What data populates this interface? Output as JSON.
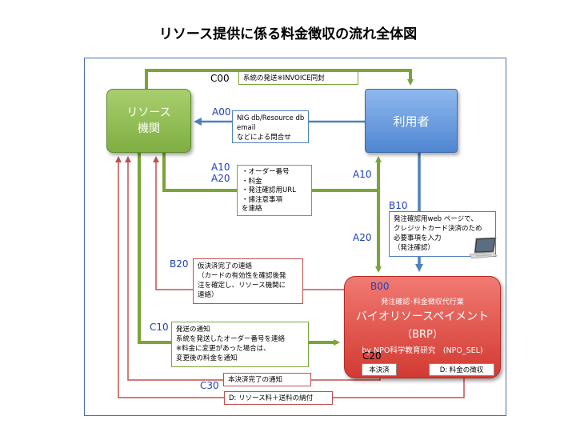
{
  "title": "リソース提供に係る料金徴収の流れ全体図",
  "nodes": {
    "resource": {
      "line1": "リソース",
      "line2": "機関"
    },
    "user": {
      "label": "利用者"
    },
    "brp": {
      "sub": "発注確認･料金徴収代行業",
      "main": "バイオリソースペイメント",
      "abbr": "（BRP）",
      "org": "by NPO科学教育研究　(NPO_SEL)",
      "inner_left": "本決済",
      "inner_right": "D: 料金の徴収"
    }
  },
  "codes": {
    "c00": "C00",
    "a00": "A00",
    "a10_left": "A10",
    "a20_left": "A20",
    "a10_right": "A10",
    "a20_right": "A20",
    "b10": "B10",
    "b20": "B20",
    "b00": "B00",
    "c10": "C10",
    "c20": "C20",
    "c30": "C30"
  },
  "notes": {
    "c00": "系統の発送※INVOICE同封",
    "a00": [
      "NIG db/Resource db",
      "email",
      "などによる問合せ"
    ],
    "a10": [
      "・オーダー番号",
      "・料金",
      "・発注確認用URL",
      "・諸注意事項",
      "を連絡"
    ],
    "b10": [
      "発注確認用web ページで、",
      "クレジットカード決済のため",
      "必要事項を入力",
      "（発注確認）"
    ],
    "b20": [
      "仮決済完了の連絡",
      "（カードの有効性を確認後発",
      "注を確定し、リソース機関に",
      "連絡）"
    ],
    "c10": [
      "発送の通知",
      "系統を発送したオーダー番号を連絡",
      "※料金に変更があった場合は、",
      "変更後の料金を通知"
    ],
    "c30_notice": "本決済完了の通知",
    "d_payment": "D: リソース料＋送料の納付"
  },
  "colors": {
    "green": "#7aa43a",
    "red": "#c0504d",
    "blue": "#4f81bd",
    "code_blue": "#1f3fbf"
  }
}
